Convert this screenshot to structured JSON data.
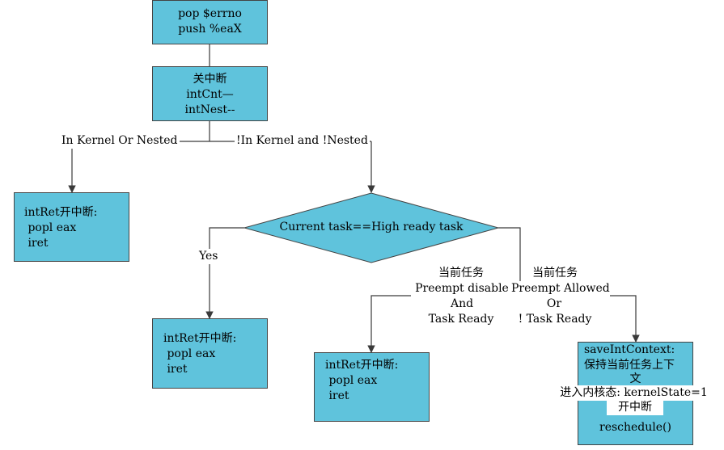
{
  "nodes": {
    "pop_errno": {
      "lines": [
        "pop $errno",
        "push %eaX"
      ]
    },
    "close_int": {
      "lines": [
        "关中断",
        "intCnt—",
        "intNest--"
      ]
    },
    "intret_left": {
      "lines": [
        "intRet开中断:",
        " popl eax",
        " iret"
      ]
    },
    "decision": {
      "text": "Current task==High ready task"
    },
    "intret_mid": {
      "lines": [
        "intRet开中断:",
        " popl eax",
        " iret"
      ]
    },
    "intret_right": {
      "lines": [
        "intRet开中断:",
        " popl eax",
        " iret"
      ]
    },
    "save_ctx": {
      "lines": [
        "saveIntContext:",
        "保持当前任务上下",
        "文"
      ]
    },
    "enter_kernel": {
      "lines": [
        "进入内核态: kernelState=1",
        "开中断"
      ]
    },
    "reschedule": {
      "text": "reschedule()"
    }
  },
  "edges": {
    "in_kernel": "In Kernel Or Nested",
    "not_in_kernel": "!In Kernel and !Nested",
    "yes": "Yes",
    "preempt_disable": [
      "当前任务",
      "Preempt disable",
      "And",
      "Task Ready"
    ],
    "preempt_allowed": [
      "当前任务",
      "Preempt Allowed",
      "Or",
      "! Task Ready"
    ]
  },
  "colors": {
    "box_fill": "#5fc3dc",
    "line": "#3a3a3a"
  }
}
